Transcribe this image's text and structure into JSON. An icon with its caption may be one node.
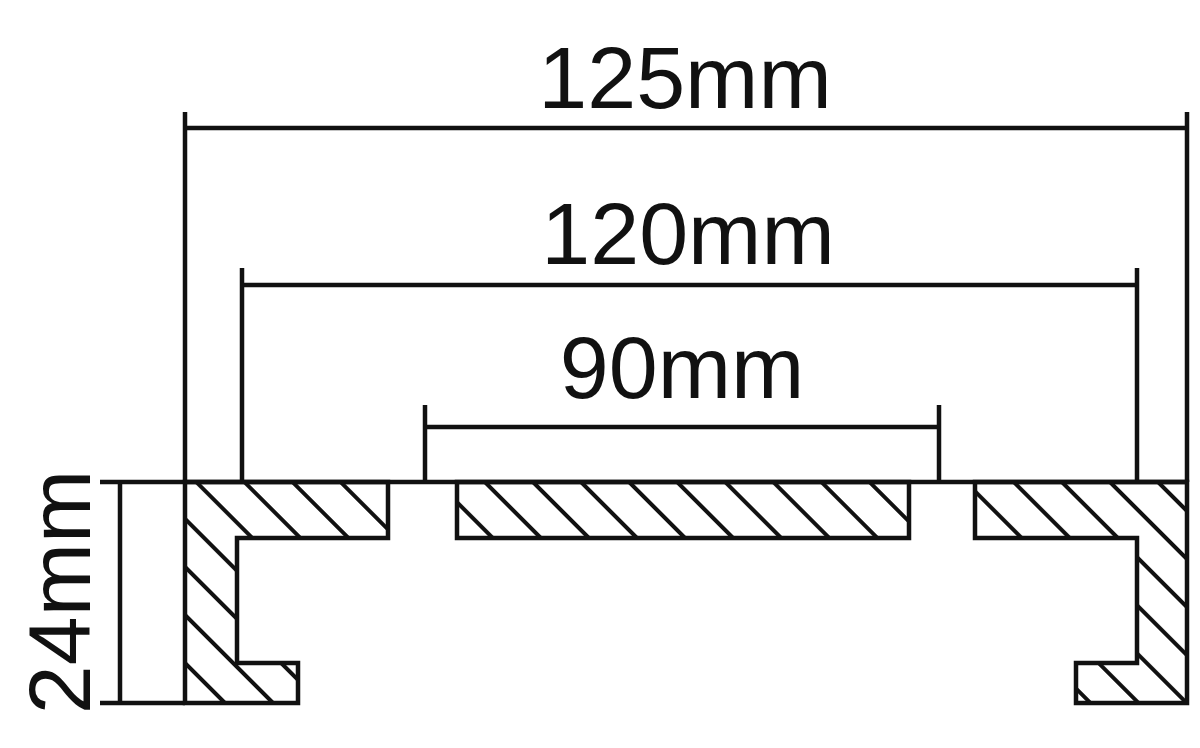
{
  "diagram": {
    "labels": [
      "125mm",
      "120mm",
      "90mm",
      "24mm"
    ]
  }
}
